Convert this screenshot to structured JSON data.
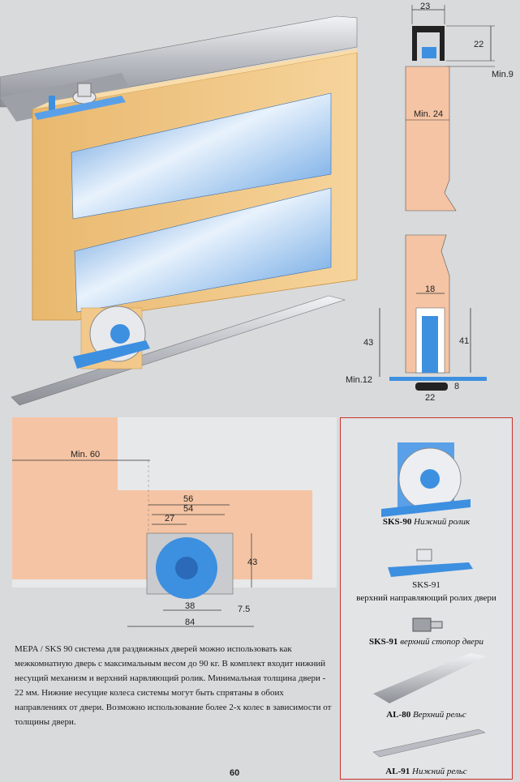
{
  "top_dims": {
    "width_23": "23",
    "height_22": "22",
    "min_9": "Min.9",
    "min_24": "Min. 24"
  },
  "bottom_dims": {
    "d18": "18",
    "d43": "43",
    "d41": "41",
    "min_12": "Min.12",
    "d8": "8",
    "d22": "22"
  },
  "floor_dims": {
    "min_60": "Min. 60",
    "d56": "56",
    "d54": "54",
    "d27": "27",
    "d43": "43",
    "d38": "38",
    "d7_5": "7.5",
    "d84": "84"
  },
  "description": "MEPA / SKS 90 система для раздвижных дверей можно использовать как межкомнатную дверь с максимальным весом до 90 кг. В комплект входит нижний несущий механизм и верхний нарвляющий ролик. Минимальная толщина двери - 22 мм. Нижние несущие колеса системы могут быть спрятаны в обоих направлениях от двери. Возможно использование более 2-х колес в зависимости от толщины двери.",
  "products": [
    {
      "name": "SKS-90",
      "desc": "Нижний ролик"
    },
    {
      "name": "SKS-91",
      "desc": "верхний направляющий ролих двери"
    },
    {
      "name": "SKS-91",
      "desc": "верхний стопор двери"
    },
    {
      "name": "AL-80",
      "desc": "Верхний рельс"
    },
    {
      "name": "AL-91",
      "desc": "Нижний рельс"
    }
  ],
  "page_number": "60",
  "colors": {
    "wood": "#f2c98a",
    "glass": "#7fb6ee",
    "metal": "#b9bcc2",
    "blue_part": "#3d8fe0",
    "door_edge": "#f5c4a4",
    "accent": "#c9302c"
  }
}
